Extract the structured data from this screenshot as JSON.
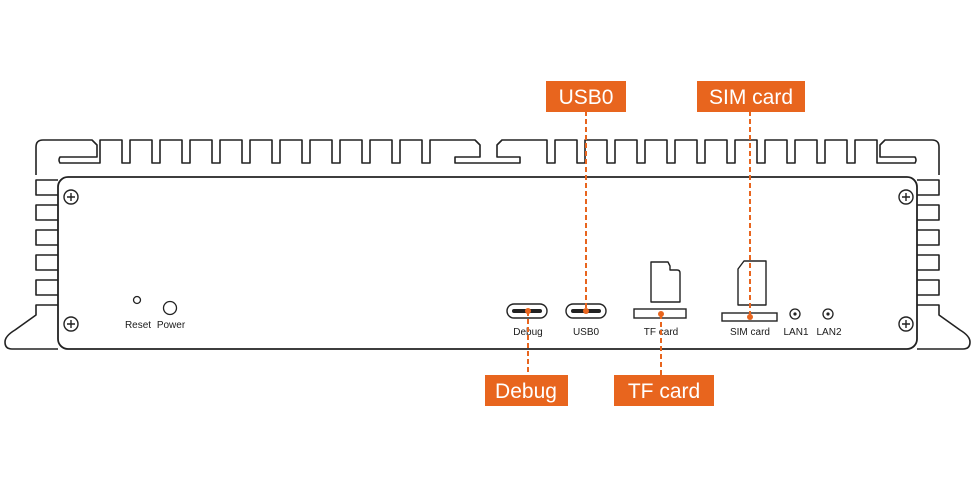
{
  "panel_labels": {
    "reset": "Reset",
    "power": "Power",
    "debug": "Debug",
    "usb0": "USB0",
    "tf_card": "TF card",
    "sim_card": "SIM card",
    "lan1": "LAN1",
    "lan2": "LAN2"
  },
  "callouts": {
    "usb0": "USB0",
    "sim_card": "SIM card",
    "debug": "Debug",
    "tf_card": "TF card"
  },
  "colors": {
    "accent": "#E8651E",
    "outline": "#222222",
    "background": "#FFFFFF"
  }
}
